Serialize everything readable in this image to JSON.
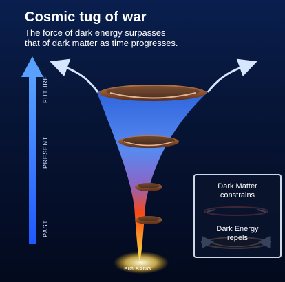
{
  "title": "Cosmic tug of war",
  "subtitle_lines": [
    "The force of dark energy surpasses",
    "that of dark matter as time progresses."
  ],
  "timeline": {
    "future_label": "FUTURE",
    "present_label": "PRESENT",
    "past_label": "PAST"
  },
  "origin_label": "BIG BANG",
  "legend": {
    "dark_matter_label_line1": "Dark Matter",
    "dark_matter_label_line2": "constrains",
    "dark_energy_label_line1": "Dark Energy",
    "dark_energy_label_line2": "repels"
  },
  "colors": {
    "background": "#071638",
    "funnel_top": "#3b7df0",
    "funnel_middle": "#ff4a14",
    "funnel_bottom": "#fff25a",
    "timeline_arrow": "#3f7cff",
    "legend_border": "#cfd8e6"
  }
}
